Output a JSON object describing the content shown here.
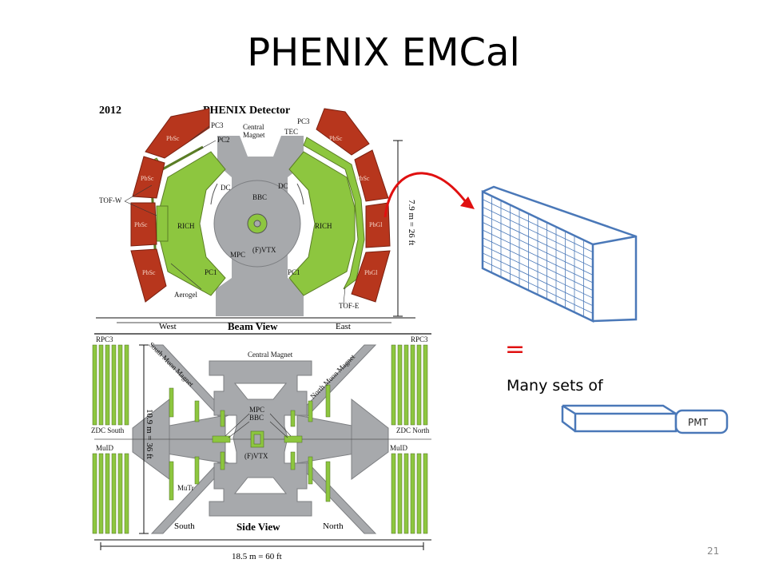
{
  "slide": {
    "title": "PHENIX EMCal",
    "page_number": "21"
  },
  "beam_view": {
    "year": "2012",
    "title": "PHENIX Detector",
    "caption": "Beam View",
    "west": "West",
    "east": "East",
    "height_label": "7.9 m = 26 ft",
    "labels": {
      "pc3_left": "PC3",
      "pc2": "PC2",
      "tof_w": "TOF-W",
      "aerogel": "Aerogel",
      "pc1_left": "PC1",
      "rich_left": "RICH",
      "dc_left": "DC",
      "central_magnet": "Central\nMagnet",
      "bbc": "BBC",
      "mpc": "MPC",
      "fvtx": "(F)VTX",
      "dc_right": "DC",
      "rich_right": "RICH",
      "pc1_right": "PC1",
      "pc3_right": "PC3",
      "tec": "TEC",
      "tof_e": "TOF-E"
    },
    "sectors_left": [
      "PbSc",
      "PbSc",
      "PbSc",
      "PbSc"
    ],
    "sectors_right": [
      "PbSc",
      "PbSc",
      "PbGl",
      "PbGl"
    ]
  },
  "side_view": {
    "caption": "Side View",
    "south": "South",
    "north": "North",
    "central_magnet": "Central Magnet",
    "south_muon_magnet": "South Muon Magnet",
    "north_muon_magnet": "North Muon Magnet",
    "rpc3_left": "RPC3",
    "rpc3_right": "RPC3",
    "zdc_south": "ZDC South",
    "zdc_north": "ZDC North",
    "muid_left": "MuID",
    "muid_right": "MuID",
    "mutr": "MuTr",
    "mpc": "MPC",
    "bbc": "BBC",
    "fvtx": "(F)VTX",
    "height_label": "10.9 m = 36 ft",
    "width_label": "18.5 m = 60 ft"
  },
  "emcal": {
    "equals": "=",
    "many_sets_of": "Many sets of",
    "pmt_label": "PMT"
  },
  "colors": {
    "detector_red": "#b7361d",
    "detector_green": "#8dc63f",
    "steel_gray": "#a7a9ac",
    "box_blue": "#4a78b8",
    "arrow_red": "#e01010"
  }
}
